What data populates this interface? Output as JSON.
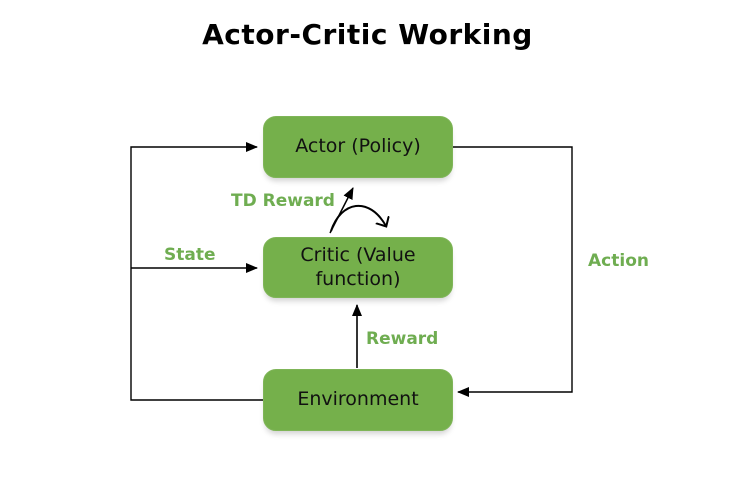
{
  "title": "Actor-Critic Working",
  "diagram": {
    "nodes": {
      "actor": {
        "label": "Actor (Policy)"
      },
      "critic": {
        "label": "Critic (Value function)"
      },
      "environment": {
        "label": "Environment"
      }
    },
    "edge_labels": {
      "td_reward": "TD Reward",
      "state": "State",
      "action": "Action",
      "reward": "Reward"
    },
    "edges": [
      {
        "from": "environment",
        "to": "actor",
        "label": "State",
        "route": "left-loop"
      },
      {
        "from": "environment",
        "to": "critic",
        "label": "State",
        "route": "left-branch"
      },
      {
        "from": "actor",
        "to": "environment",
        "label": "Action",
        "route": "right-loop"
      },
      {
        "from": "environment",
        "to": "critic",
        "label": "Reward",
        "route": "vertical"
      },
      {
        "from": "critic",
        "to": "actor",
        "label": "TD Reward",
        "route": "diagonal"
      },
      {
        "from": "critic",
        "to": "critic",
        "label": "",
        "route": "curved-self-loop"
      }
    ],
    "colors": {
      "node_fill": "#75b04b",
      "node_border": "#7fb558",
      "label_green": "#6fad51",
      "arrow": "#000000",
      "title_color": "#000000",
      "background": "#ffffff"
    }
  }
}
